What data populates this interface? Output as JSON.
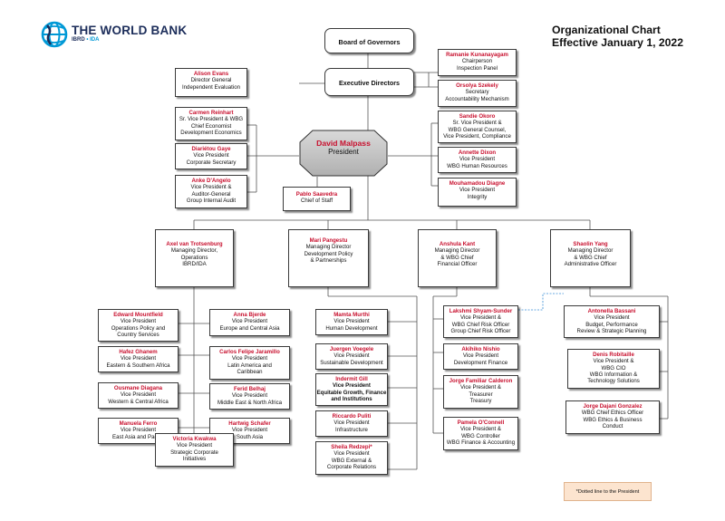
{
  "logo": {
    "name": "THE WORLD BANK",
    "sub_a": "IBRD",
    "sub_sep": "•",
    "sub_b": "IDA"
  },
  "chart_title": {
    "line1": "Organizational Chart",
    "line2": "Effective January 1, 2022"
  },
  "board": "Board of Governors",
  "executive": "Executive Directors",
  "president": {
    "name": "David Malpass",
    "title": "President"
  },
  "left_top": [
    {
      "name": "Alison Evans",
      "title": "Director General\nIndependent Evaluation"
    },
    {
      "name": "Carmen Reinhart",
      "title": "Sr. Vice President & WBG\nChief Economist\nDevelopment Economics"
    },
    {
      "name": "Diariétou Gaye",
      "title": "Vice President\nCorporate Secretary"
    },
    {
      "name": "Anke D'Angelo",
      "title": "Vice President &\nAuditor-General\nGroup Internal Audit"
    }
  ],
  "right_top": [
    {
      "name": "Ramanie Kunanayagam",
      "title": "Chairperson\nInspection Panel"
    },
    {
      "name": "Orsolya Szekely",
      "title": "Secretary\nAccountability Mechanism"
    },
    {
      "name": "Sandie Okoro",
      "title": "Sr. Vice President &\nWBG General Counsel,\nVice President, Compliance"
    },
    {
      "name": "Annette Dixon",
      "title": "Vice President\nWBG Human Resources"
    },
    {
      "name": "Mouhamadou Diagne",
      "title": "Vice President\nIntegrity"
    }
  ],
  "chief_of_staff": {
    "name": "Pablo Saavedra",
    "title": "Chief of Staff"
  },
  "managing": [
    {
      "name": "Axel van Trotsenburg",
      "title": "Managing Director,\nOperations\nIBRD/IDA"
    },
    {
      "name": "Mari Pangestu",
      "title": "Managing Director\nDevelopment Policy\n& Partnerships"
    },
    {
      "name": "Anshula Kant",
      "title": "Managing Director\n& WBG Chief\nFinancial Officer"
    },
    {
      "name": "Shaolin Yang",
      "title": "Managing Director\n& WBG Chief\nAdministrative Officer"
    }
  ],
  "ops_left": [
    {
      "name": "Edward Mountfield",
      "title": "Vice President\nOperations Policy and\nCountry Services"
    },
    {
      "name": "Hafez Ghanem",
      "title": "Vice President\nEastern & Southern Africa"
    },
    {
      "name": "Ousmane Diagana",
      "title": "Vice President\nWestern & Central Africa"
    },
    {
      "name": "Manuela Ferro",
      "title": "Vice President\nEast Asia and Pacific"
    }
  ],
  "ops_right": [
    {
      "name": "Anna Bjerde",
      "title": "Vice President\nEurope and Central Asia"
    },
    {
      "name": "Carlos Felipe Jaramillo",
      "title": "Vice President\nLatin America and\nCaribbean"
    },
    {
      "name": "Ferid Belhaj",
      "title": "Vice President\nMiddle East & North Africa"
    },
    {
      "name": "Hartwig Schafer",
      "title": "Vice President\nSouth Asia"
    }
  ],
  "ops_bottom": {
    "name": "Victoria Kwakwa",
    "title": "Vice President\nStrategic Corporate\nInitiatives"
  },
  "policy": [
    {
      "name": "Mamta Murthi",
      "title": "Vice President\nHuman Development"
    },
    {
      "name": "Juergen Voegele",
      "title": "Vice President\nSustainable Development"
    },
    {
      "name": "Indermit Gill",
      "title": "Vice President\nEquitable Growth, Finance\nand Institutions"
    },
    {
      "name": "Riccardo Puliti",
      "title": "Vice President\nInfrastructure"
    },
    {
      "name": "Sheila Redzepi*",
      "title": "Vice President\nWBG External &\nCorporate Relations"
    }
  ],
  "finance": [
    {
      "name": "Lakshmi Shyam-Sunder",
      "title": "Vice President &\nWBG Chief Risk Officer\nGroup Chief Risk Officer"
    },
    {
      "name": "Akihiko Nishio",
      "title": "Vice President\nDevelopment Finance"
    },
    {
      "name": "Jorge Familiar Calderon",
      "title": "Vice President &\nTreasurer\nTreasury"
    },
    {
      "name": "Pamela O'Connell",
      "title": "Vice President &\nWBG Controller\nWBG Finance & Accounting"
    }
  ],
  "admin": [
    {
      "name": "Antonella Bassani",
      "title": "Vice President\nBudget, Performance\nReview & Strategic Planning"
    },
    {
      "name": "Denis Robitaille",
      "title": "Vice President &\nWBG CIO\nWBG Information &\nTechnology Solutions"
    },
    {
      "name": "Jorge Dajani Gonzalez",
      "title": "WBG Chief Ethics Officer\nWBG Ethics & Business\nConduct"
    }
  ],
  "note": "*Dotted line to the President"
}
